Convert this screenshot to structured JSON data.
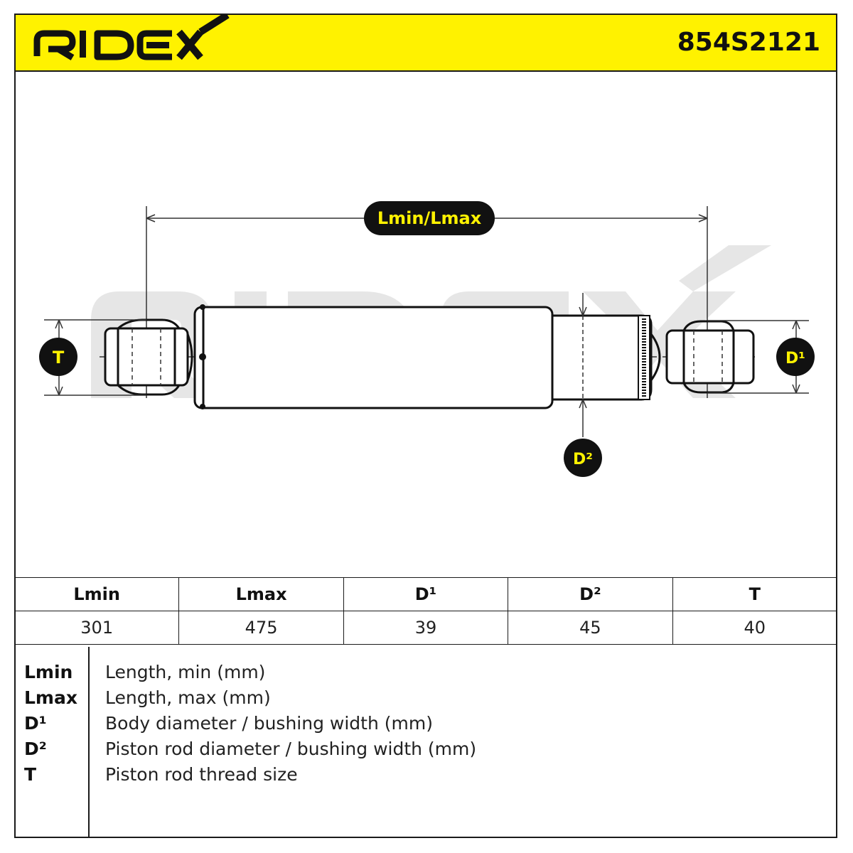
{
  "header": {
    "brand": "RIDEX",
    "part_number": "854S2121",
    "background_color": "#fff200"
  },
  "drawing": {
    "watermark": "RIDEX",
    "labels": {
      "length": "Lmin/Lmax",
      "t": "T",
      "d1": "D¹",
      "d2": "D²"
    },
    "accent_color": "#fff200"
  },
  "table": {
    "headers": [
      "Lmin",
      "Lmax",
      "D¹",
      "D²",
      "T"
    ],
    "values": [
      "301",
      "475",
      "39",
      "45",
      "40"
    ]
  },
  "legend": [
    {
      "key": "Lmin",
      "desc": "Length, min (mm)"
    },
    {
      "key": "Lmax",
      "desc": "Length, max (mm)"
    },
    {
      "key": "D¹",
      "desc": "Body diameter / bushing width (mm)"
    },
    {
      "key": "D²",
      "desc": "Piston rod diameter / bushing width (mm)"
    },
    {
      "key": "T",
      "desc": "Piston rod thread size"
    }
  ]
}
